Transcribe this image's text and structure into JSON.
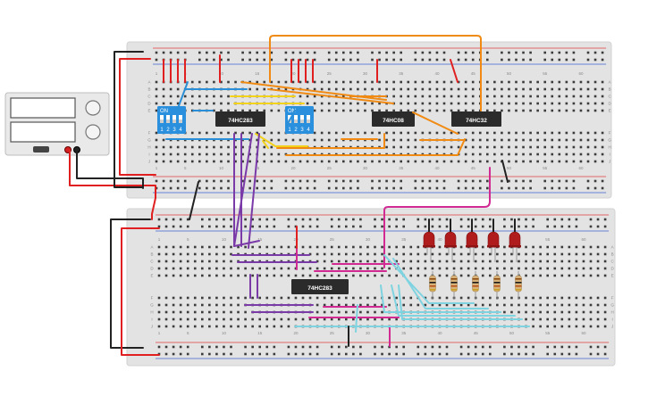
{
  "colors": {
    "board": "#e3e3e3",
    "board_edge": "#d2d2d2",
    "hole": "#3b3b3b",
    "rail_red": "#e23b3b",
    "rail_blue": "#3b5fd1",
    "wire_red": "#e02020",
    "wire_black": "#222222",
    "wire_orange": "#f08a12",
    "wire_yellow": "#f2d21a",
    "wire_blue": "#2a8fd6",
    "wire_purple": "#7a3aa8",
    "wire_magenta": "#d22a93",
    "wire_cyan": "#7ed3e0",
    "chip_body": "#2b2b2b",
    "dip_body": "#2a8fdc",
    "led": "#b01c1c",
    "psu_body": "#e9e9e9"
  },
  "power_supply": {
    "name": "dc-power-supply",
    "icon": "power-supply-icon"
  },
  "boards": {
    "top": {
      "row_letters_left": [
        "A",
        "B",
        "C",
        "D",
        "E",
        "F",
        "G",
        "H",
        "I",
        "J"
      ],
      "column_numbers": [
        "1",
        "5",
        "10",
        "15",
        "20",
        "25",
        "30",
        "35",
        "40",
        "45",
        "50",
        "55",
        "60"
      ]
    },
    "bottom": {
      "row_letters_left": [
        "A",
        "B",
        "C",
        "D",
        "E",
        "F",
        "G",
        "H",
        "I",
        "J"
      ],
      "column_numbers": [
        "1",
        "5",
        "10",
        "15",
        "20",
        "25",
        "30",
        "35",
        "40",
        "45",
        "50",
        "55",
        "60"
      ]
    }
  },
  "chips": [
    {
      "id": "chip-74hc283-top",
      "label": "74HC283"
    },
    {
      "id": "chip-74hc08",
      "label": "74HC08"
    },
    {
      "id": "chip-74hc32",
      "label": "74HC32"
    },
    {
      "id": "chip-74hc283-bottom",
      "label": "74HC283"
    }
  ],
  "dip_switches": [
    {
      "id": "dip-switch-1",
      "on_label": "ON",
      "numbers": [
        "1",
        "2",
        "3",
        "4"
      ]
    },
    {
      "id": "dip-switch-2",
      "on_label": "ON",
      "numbers": [
        "1",
        "2",
        "3",
        "4"
      ]
    }
  ],
  "leds": {
    "count": 5,
    "color_name": "red"
  },
  "resistors": {
    "count": 5
  }
}
